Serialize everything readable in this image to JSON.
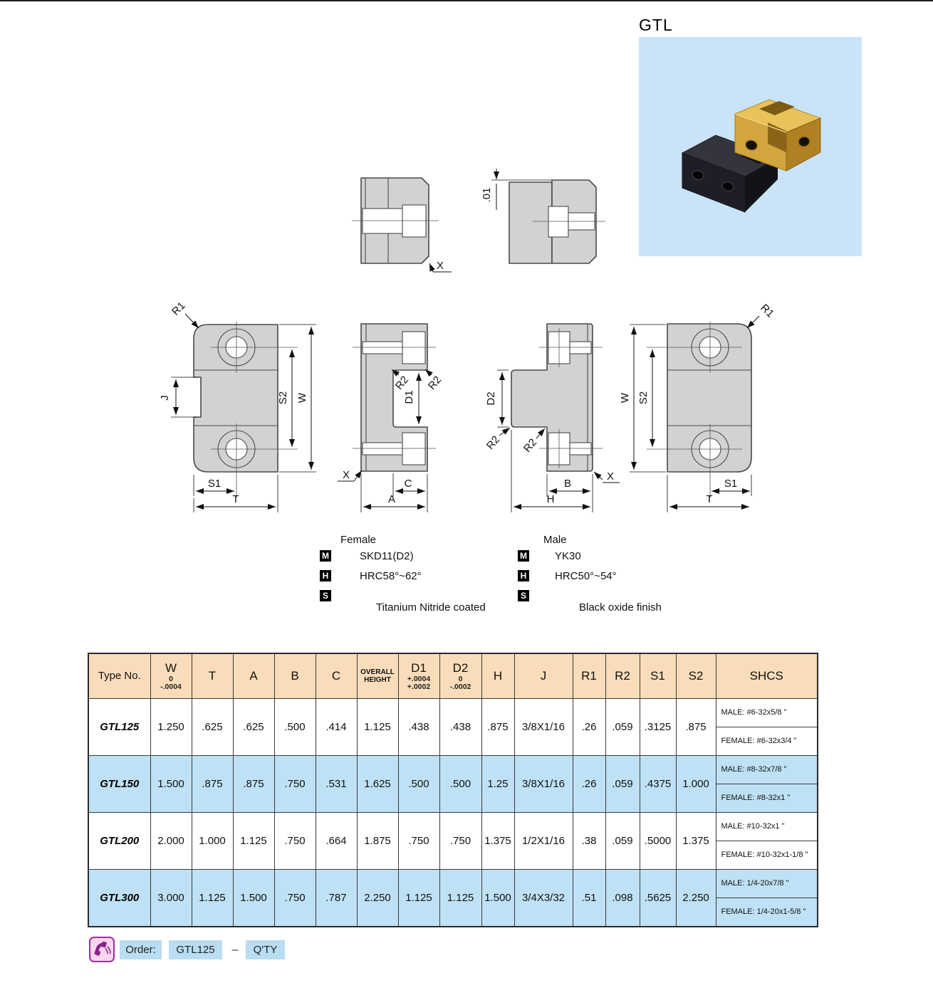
{
  "header": {
    "title": "GTL"
  },
  "drawings": {
    "labels": {
      "r1": "R1",
      "r2": "R2",
      "j": "J",
      "s1": "S1",
      "s2": "S2",
      "w": "W",
      "t": "T",
      "x": "X",
      "c": "C",
      "a": "A",
      "b": "B",
      "h": "H",
      "d1": "D1",
      "d2": "D2",
      "offset": ".01"
    }
  },
  "materials": {
    "female": {
      "heading": "Female",
      "m_label": "M",
      "material": "SKD11(D2)",
      "h_label": "H",
      "hardness": "HRC58°~62°",
      "s_label": "S",
      "surface": "Titanium Nitride coated"
    },
    "male": {
      "heading": "Male",
      "m_label": "M",
      "material": "YK30",
      "h_label": "H",
      "hardness": "HRC50°~54°",
      "s_label": "S",
      "surface": "Black oxide finish"
    }
  },
  "table": {
    "headers": [
      {
        "label": "Type No."
      },
      {
        "label": "W",
        "sub": [
          "0",
          "-.0004"
        ]
      },
      {
        "label": "T"
      },
      {
        "label": "A"
      },
      {
        "label": "B"
      },
      {
        "label": "C"
      },
      {
        "label": "OVERALL HEIGHT",
        "line1": "OVERALL",
        "line2": "HEIGHT"
      },
      {
        "label": "D1",
        "sub": [
          "+.0004",
          "+.0002"
        ]
      },
      {
        "label": "D2",
        "sub": [
          "0",
          "-.0002"
        ]
      },
      {
        "label": "H"
      },
      {
        "label": "J"
      },
      {
        "label": "R1"
      },
      {
        "label": "R2"
      },
      {
        "label": "S1"
      },
      {
        "label": "S2"
      },
      {
        "label": "SHCS"
      }
    ],
    "rows": [
      {
        "type": "GTL125",
        "w": "1.250",
        "t": ".625",
        "a": ".625",
        "b": ".500",
        "c": ".414",
        "oh": "1.125",
        "d1": ".438",
        "d2": ".438",
        "h": ".875",
        "j": "3/8X1/16",
        "r1": ".26",
        "r2": ".059",
        "s1": ".3125",
        "s2": ".875",
        "shcs_male": "MALE: #6-32x5/8 \"",
        "shcs_female": "FEMALE: #6-32x3/4 \""
      },
      {
        "type": "GTL150",
        "w": "1.500",
        "t": ".875",
        "a": ".875",
        "b": ".750",
        "c": ".531",
        "oh": "1.625",
        "d1": ".500",
        "d2": ".500",
        "h": "1.25",
        "j": "3/8X1/16",
        "r1": ".26",
        "r2": ".059",
        "s1": ".4375",
        "s2": "1.000",
        "shcs_male": "MALE: #8-32x7/8 \"",
        "shcs_female": "FEMALE: #8-32x1 \""
      },
      {
        "type": "GTL200",
        "w": "2.000",
        "t": "1.000",
        "a": "1.125",
        "b": ".750",
        "c": ".664",
        "oh": "1.875",
        "d1": ".750",
        "d2": ".750",
        "h": "1.375",
        "j": "1/2X1/16",
        "r1": ".38",
        "r2": ".059",
        "s1": ".5000",
        "s2": "1.375",
        "shcs_male": "MALE: #10-32x1 \"",
        "shcs_female": "FEMALE: #10-32x1-1/8 \""
      },
      {
        "type": "GTL300",
        "w": "3.000",
        "t": "1.125",
        "a": "1.500",
        "b": ".750",
        "c": ".787",
        "oh": "2.250",
        "d1": "1.125",
        "d2": "1.125",
        "h": "1.500",
        "j": "3/4X3/32",
        "r1": ".51",
        "r2": ".098",
        "s1": ".5625",
        "s2": "2.250",
        "shcs_male": "MALE: 1/4-20x7/8 \"",
        "shcs_female": "FEMALE: 1/4-20x1-5/8 \""
      }
    ]
  },
  "order": {
    "label": "Order:",
    "part": "GTL125",
    "separator": "–",
    "qty": "Q'TY"
  }
}
